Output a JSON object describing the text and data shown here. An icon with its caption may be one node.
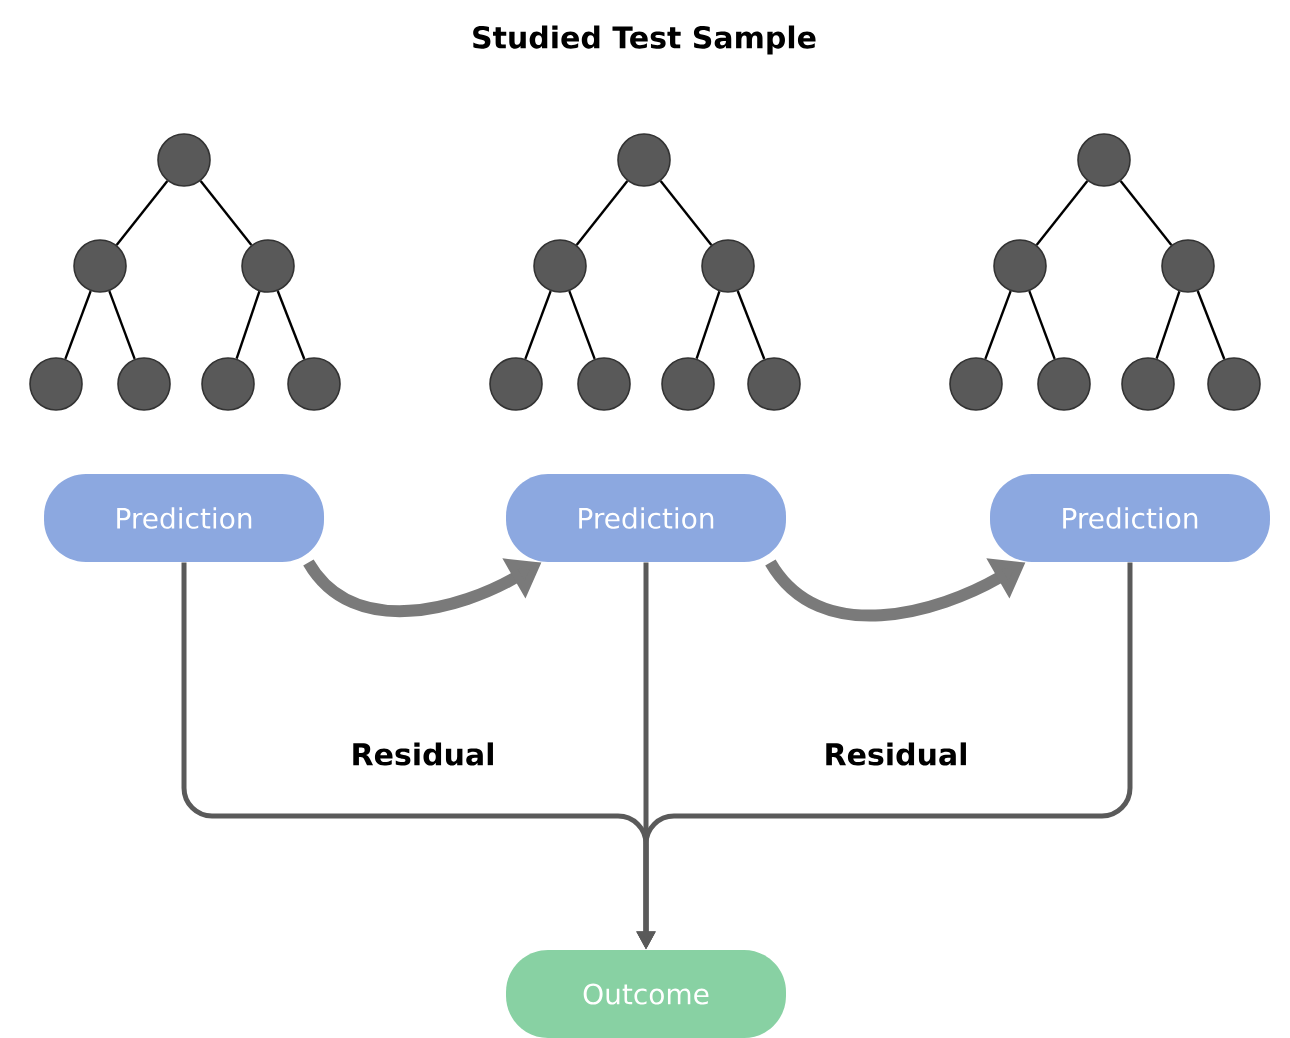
{
  "diagram": {
    "title": "Studied Test Sample",
    "nodes": [
      {
        "text": [],
        "shape": "circle"
      },
      {
        "text": [],
        "shape": "circle"
      },
      {
        "text": [],
        "shape": "circle"
      },
      {
        "text": [],
        "shape": "circle"
      },
      {
        "text": [],
        "shape": "circle"
      },
      {
        "text": [],
        "shape": "circle"
      },
      {
        "text": [],
        "shape": "circle"
      },
      {
        "text": [],
        "shape": "circle"
      },
      {
        "text": [],
        "shape": "circle"
      },
      {
        "text": [],
        "shape": "circle"
      },
      {
        "text": [],
        "shape": "circle"
      },
      {
        "text": [],
        "shape": "circle"
      },
      {
        "text": [],
        "shape": "circle"
      },
      {
        "text": [],
        "shape": "circle"
      },
      {
        "text": [],
        "shape": "circle"
      },
      {
        "text": [],
        "shape": "circle"
      },
      {
        "text": [],
        "shape": "circle"
      },
      {
        "text": [],
        "shape": "circle"
      },
      {
        "text": [],
        "shape": "circle"
      },
      {
        "text": [],
        "shape": "circle"
      },
      {
        "text": [],
        "shape": "circle"
      },
      {
        "text": [
          "Prediction"
        ]
      },
      {
        "text": [
          "Prediction"
        ]
      },
      {
        "text": [
          "Prediction"
        ]
      },
      {
        "text": [
          "Outcome"
        ]
      }
    ],
    "edges": [
      {
        "from": 0,
        "to": 1,
        "arrow": "none"
      },
      {
        "from": 0,
        "to": 2,
        "arrow": "none"
      },
      {
        "from": 1,
        "to": 3,
        "arrow": "none"
      },
      {
        "from": 1,
        "to": 4,
        "arrow": "none"
      },
      {
        "from": 2,
        "to": 5,
        "arrow": "none"
      },
      {
        "from": 2,
        "to": 6,
        "arrow": "none"
      },
      {
        "from": 7,
        "to": 8,
        "arrow": "none"
      },
      {
        "from": 7,
        "to": 9,
        "arrow": "none"
      },
      {
        "from": 8,
        "to": 10,
        "arrow": "none"
      },
      {
        "from": 8,
        "to": 11,
        "arrow": "none"
      },
      {
        "from": 9,
        "to": 12,
        "arrow": "none"
      },
      {
        "from": 9,
        "to": 13,
        "arrow": "none"
      },
      {
        "from": 14,
        "to": 15,
        "arrow": "none"
      },
      {
        "from": 14,
        "to": 16,
        "arrow": "none"
      },
      {
        "from": 15,
        "to": 17,
        "arrow": "none"
      },
      {
        "from": 15,
        "to": 18,
        "arrow": "none"
      },
      {
        "from": 16,
        "to": 19,
        "arrow": "none"
      },
      {
        "from": 16,
        "to": 20,
        "arrow": "none"
      },
      {
        "from": 21,
        "to": 22,
        "arrow": "to",
        "label": "Residual",
        "style": "thick",
        "color": "#7a7a7a"
      },
      {
        "from": 22,
        "to": 23,
        "arrow": "to",
        "label": "Residual",
        "style": "thick",
        "color": "#7a7a7a"
      },
      {
        "from": 21,
        "to": 24,
        "arrow": "to"
      },
      {
        "from": 22,
        "to": 24,
        "arrow": "to"
      },
      {
        "from": 23,
        "to": 24,
        "arrow": "to"
      }
    ]
  }
}
